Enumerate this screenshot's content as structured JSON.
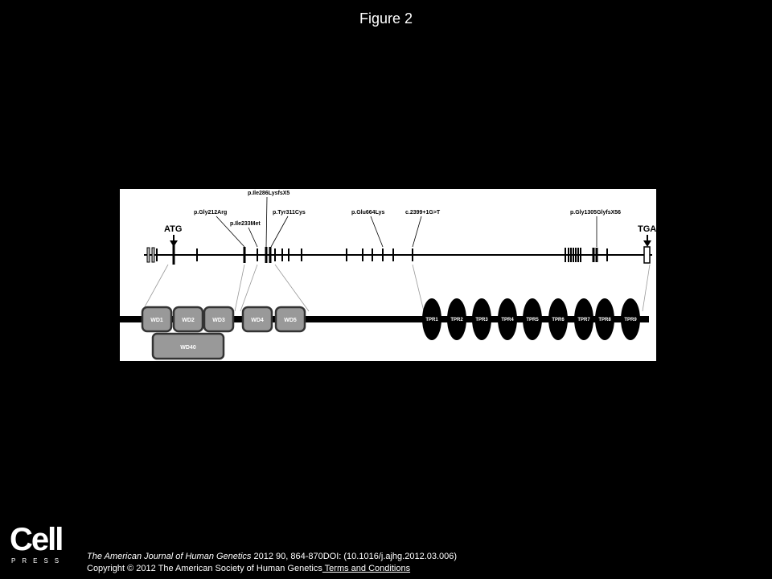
{
  "page": {
    "title": "Figure 2"
  },
  "figure": {
    "start_label": "ATG",
    "end_label": "TGA",
    "mutations": [
      "p.Gly212Arg",
      "p.Ile233Met",
      "p.Ile286LysfsX5",
      "p.Tyr311Cys",
      "p.Glu664Lys",
      "c.2399+1G>T",
      "p.Gly1305GlyfsX56"
    ],
    "wd_domains": [
      "WD1",
      "WD2",
      "WD3",
      "WD4",
      "WD5"
    ],
    "wd40_label": "WD40",
    "tpr_domains": [
      "TPR1",
      "TPR2",
      "TPR3",
      "TPR4",
      "TPR5",
      "TPR6",
      "TPR7",
      "TPR8",
      "TPR9"
    ]
  },
  "logo": {
    "word": "Cell",
    "sub": "PRESS"
  },
  "caption": {
    "journal": "The American Journal of Human Genetics",
    "citation": " 2012 90, 864-870DOI: (10.1016/j.ajhg.2012.03.006)",
    "copyright": "Copyright © 2012 The American Society of Human Genetics",
    "terms_link": " Terms and Conditions"
  }
}
